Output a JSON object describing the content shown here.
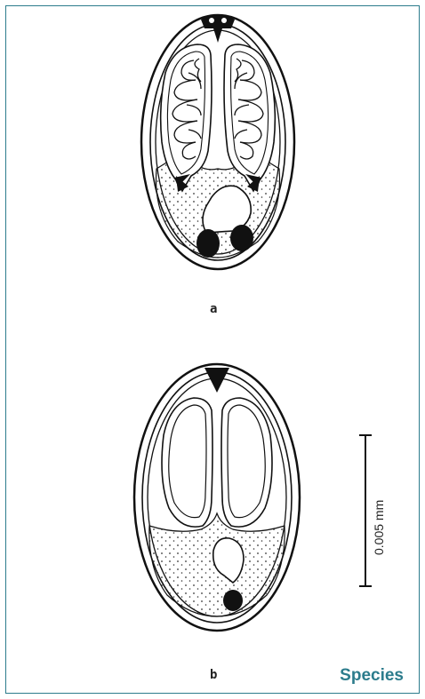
{
  "figure": {
    "label_a": "a",
    "label_b": "b",
    "scale_label": "0.005 mm"
  },
  "footer": {
    "caption": "Species"
  },
  "colors": {
    "frame": "#2c7c8c",
    "caption": "#2c7c8c",
    "ink": "#111111"
  }
}
